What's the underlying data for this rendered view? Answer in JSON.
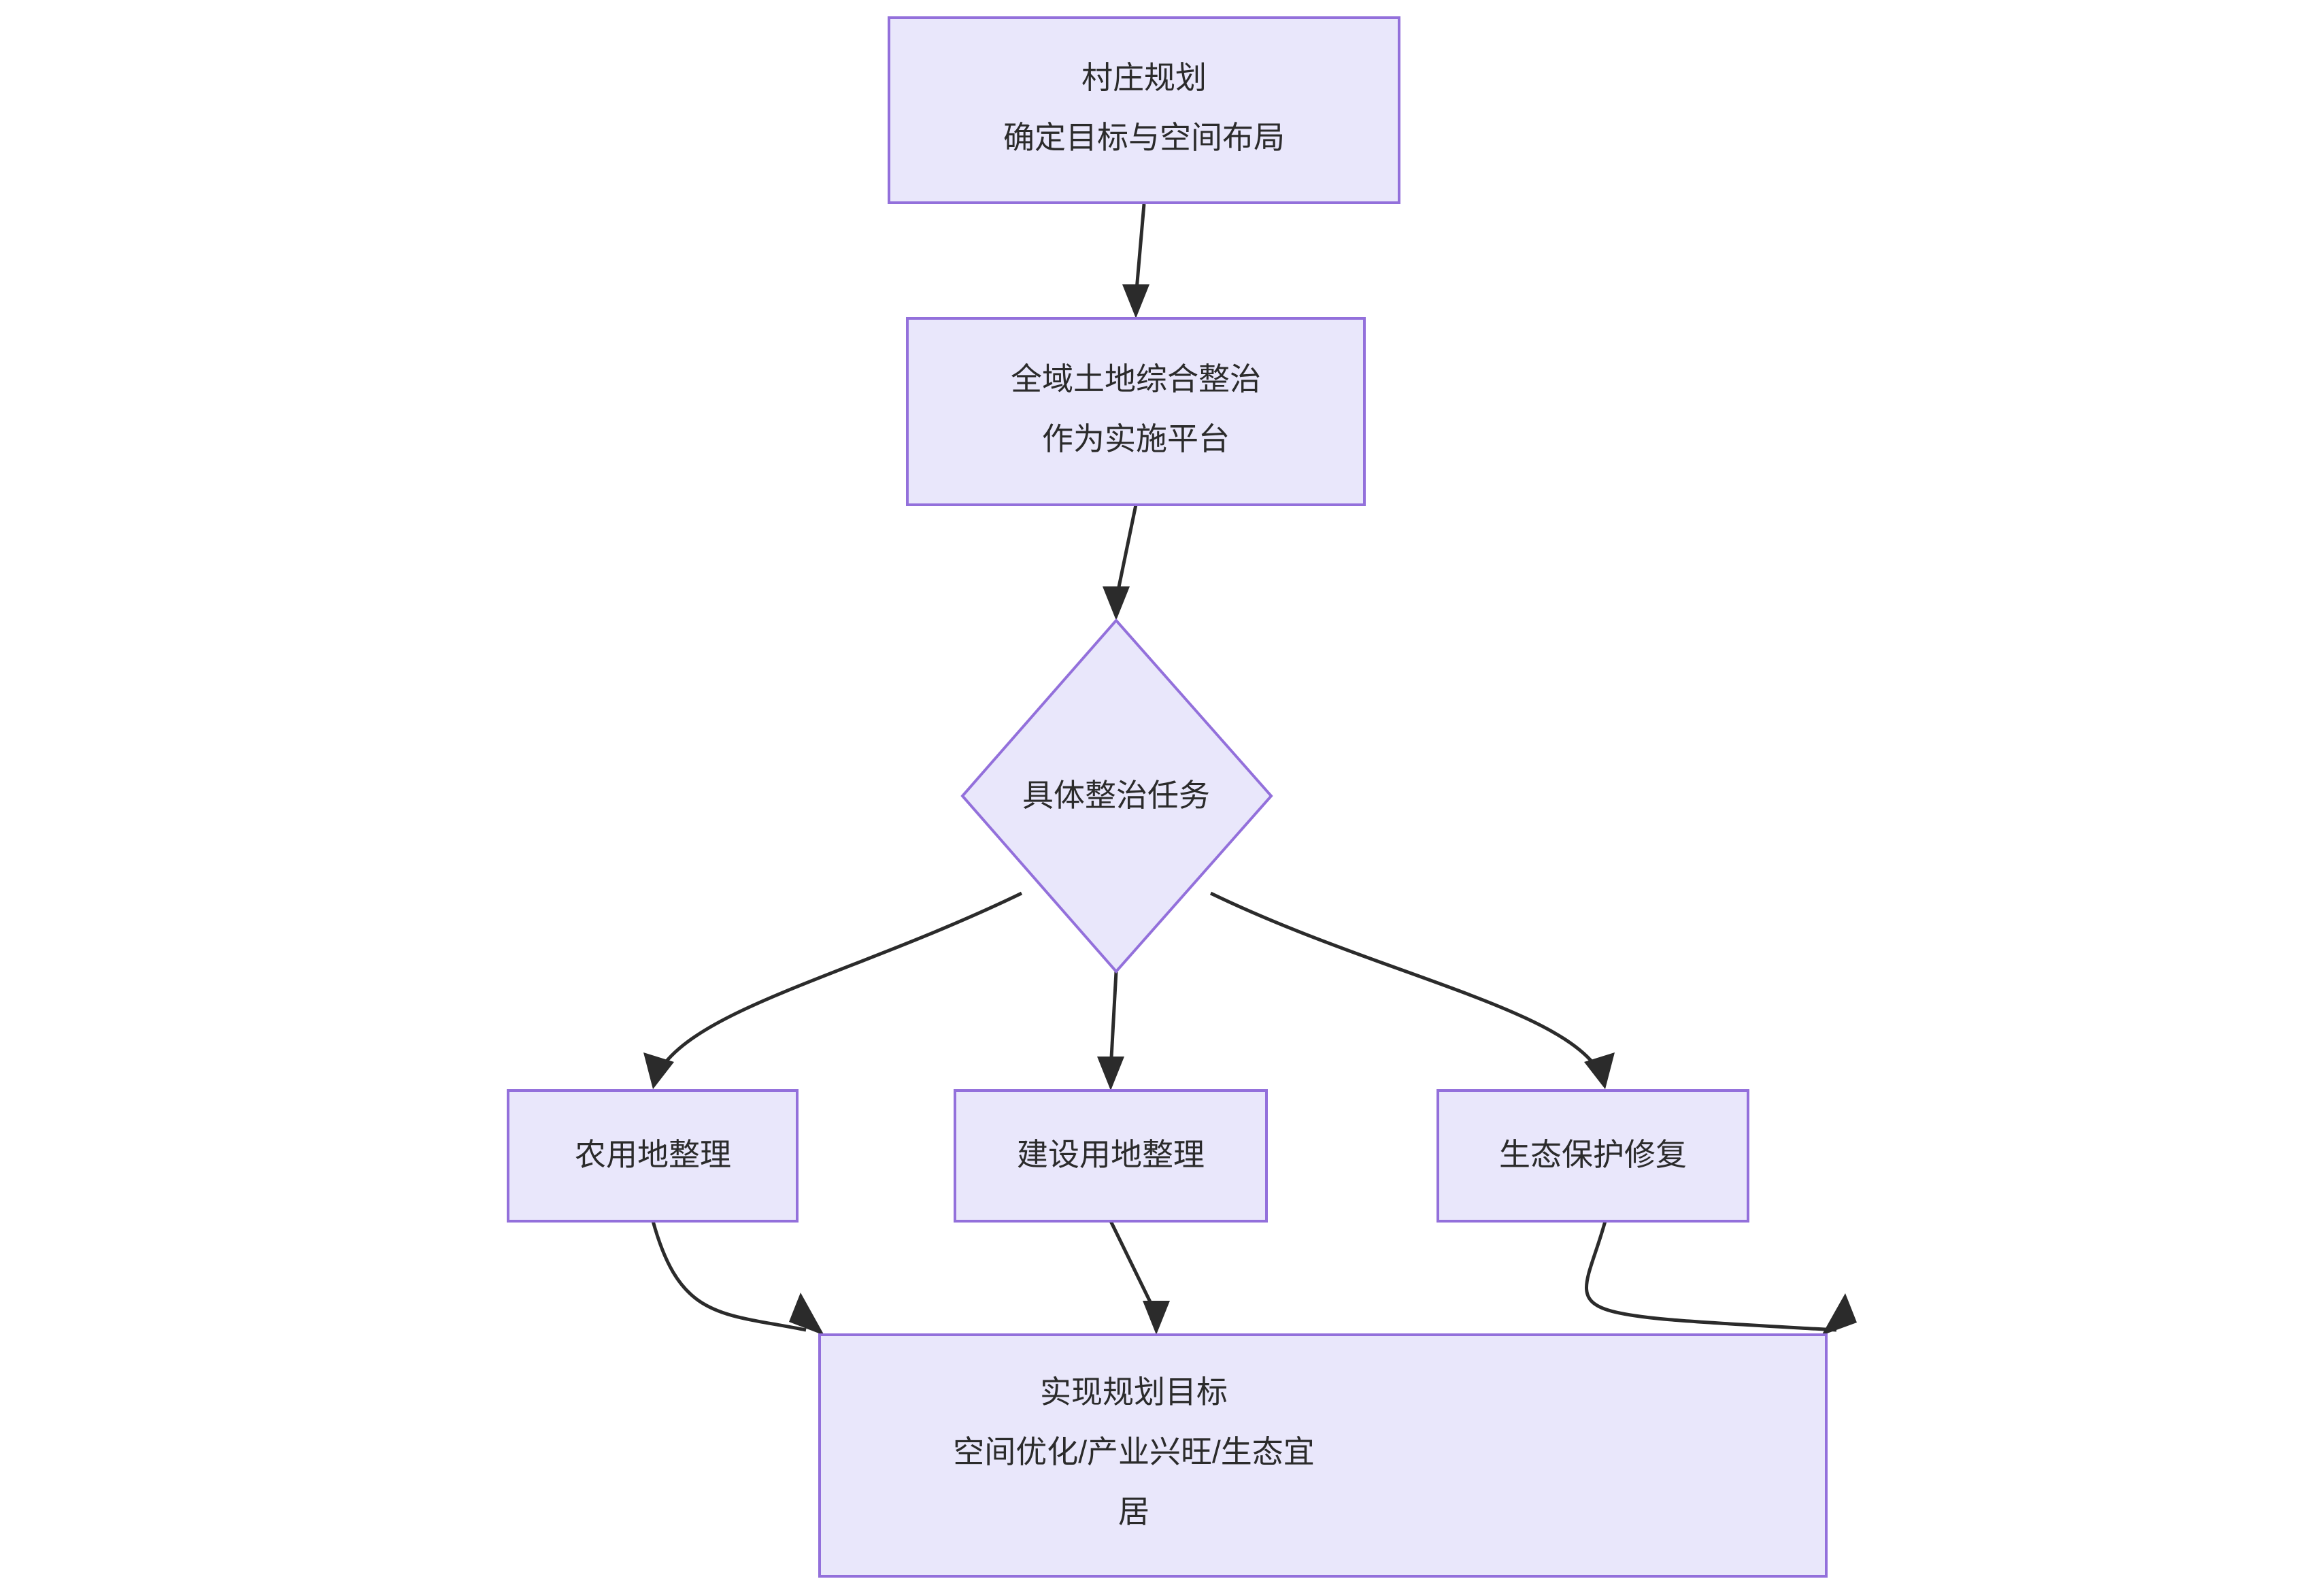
{
  "diagram": {
    "type": "flowchart",
    "direction": "top-to-bottom",
    "background_color": "#ffffff",
    "node_fill_color": "#e9e7fb",
    "node_border_color": "#9370db",
    "edge_color": "#2b2b2b",
    "text_color": "#2b2b2b"
  },
  "nodes": {
    "village_plan": {
      "shape": "rectangle",
      "line1": "村庄规划",
      "line2": "确定目标与空间布局"
    },
    "land_consolidation": {
      "shape": "rectangle",
      "line1": "全域土地综合整治",
      "line2": "作为实施平台"
    },
    "tasks_decision": {
      "shape": "diamond",
      "line1": "具体整治任务"
    },
    "farmland": {
      "shape": "rectangle",
      "line1": "农用地整理"
    },
    "construction_land": {
      "shape": "rectangle",
      "line1": "建设用地整理"
    },
    "eco_restoration": {
      "shape": "rectangle",
      "line1": "生态保护修复"
    },
    "goal": {
      "shape": "rectangle",
      "line1": "实现规划目标",
      "line2": "空间优化/产业兴旺/生态宜",
      "line3": "居"
    }
  },
  "edges": [
    {
      "from": "village_plan",
      "to": "land_consolidation",
      "style": "straight",
      "label": ""
    },
    {
      "from": "land_consolidation",
      "to": "tasks_decision",
      "style": "straight",
      "label": ""
    },
    {
      "from": "tasks_decision",
      "to": "farmland",
      "style": "curved",
      "label": ""
    },
    {
      "from": "tasks_decision",
      "to": "construction_land",
      "style": "straight",
      "label": ""
    },
    {
      "from": "tasks_decision",
      "to": "eco_restoration",
      "style": "curved",
      "label": ""
    },
    {
      "from": "farmland",
      "to": "goal",
      "style": "curved",
      "label": ""
    },
    {
      "from": "construction_land",
      "to": "goal",
      "style": "straight",
      "label": ""
    },
    {
      "from": "eco_restoration",
      "to": "goal",
      "style": "curved",
      "label": ""
    }
  ]
}
